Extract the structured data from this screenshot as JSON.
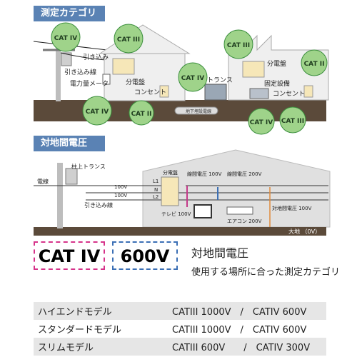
{
  "sections": {
    "category_title": "測定カテゴリ",
    "voltage_title": "対地間電圧"
  },
  "top_diagram": {
    "callouts": {
      "a": "CAT IV",
      "b": "CAT III",
      "c": "CAT IV",
      "d": "CAT II",
      "e": "CAT IV",
      "f": "CAT III",
      "g": "CAT II",
      "h": "CAT IV",
      "i": "CAT III"
    },
    "labels": {
      "service_drop": "引き込み",
      "service_line": "引き込み線",
      "meter": "電力量メータ",
      "panel": "分電盤",
      "outlet": "コンセント",
      "transformer": "トランス",
      "cable": "地下埋設電線",
      "panel2": "分電盤",
      "fixed_equipment": "固定設備",
      "outlet2": "コンセント"
    }
  },
  "mid_diagram": {
    "labels": {
      "pole_line": "電線",
      "pole_transformer": "柱上トランス",
      "service_line": "引き込み線",
      "v1": "100V",
      "v2": "100V",
      "l1": "L1",
      "n": "N",
      "l2": "L2",
      "panel": "分電盤",
      "line_100": "線間電圧 100V",
      "line_200": "線間電圧 200V",
      "ground_100": "対地間電圧 100V",
      "tv": "テレビ 100V",
      "ac": "エアコン 200V",
      "earth": "大地 （0V）"
    }
  },
  "rating": {
    "category": "CAT IV",
    "voltage": "600V",
    "label": "対地間電圧",
    "description": "使用する場所に合った測定カテゴリ"
  },
  "models": [
    {
      "name": "ハイエンドモデル",
      "spec": "CATIII 1000V　/　CATIV 600V"
    },
    {
      "name": "スタンダードモデル",
      "spec": "CATIII 1000V　/　CATIV 600V"
    },
    {
      "name": "スリムモデル",
      "spec": "CATIII 600V　　/　CATIV 300V"
    }
  ],
  "colors": {
    "header": "#5a82b4",
    "callout": "#9fd38a",
    "callout_border": "#3b8f3d",
    "cat_box_border": "#d6338a",
    "volt_box_border": "#3b6fb5",
    "house_fill": "#efefef",
    "ground": "#5b4a3a",
    "panel": "#f6e7b8"
  }
}
